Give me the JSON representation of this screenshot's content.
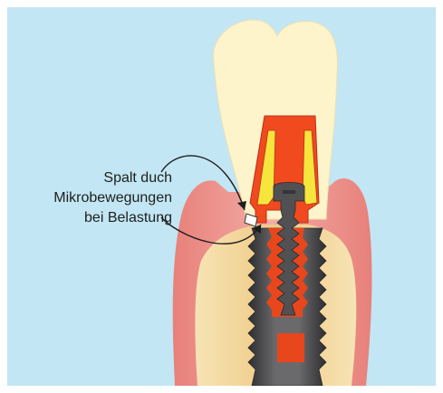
{
  "annotation": {
    "lines": [
      "Spalt duch",
      "Mikrobewegungen",
      "bei Belastung"
    ]
  },
  "colors": {
    "background": "#c2e6f3",
    "border": "#ffffff",
    "gum_outer": "#e98c86",
    "gum_inner": "#f2a6a0",
    "bone": "#f3d9a0",
    "crown": "#fdf4cc",
    "abutment": "#f04a1e",
    "abutment_liner": "#f6e53c",
    "implant": "#5d5d5f",
    "implant_dark": "#3b3b3d",
    "screw_channel": "#e8461c",
    "arrow": "#1e1e1e"
  }
}
